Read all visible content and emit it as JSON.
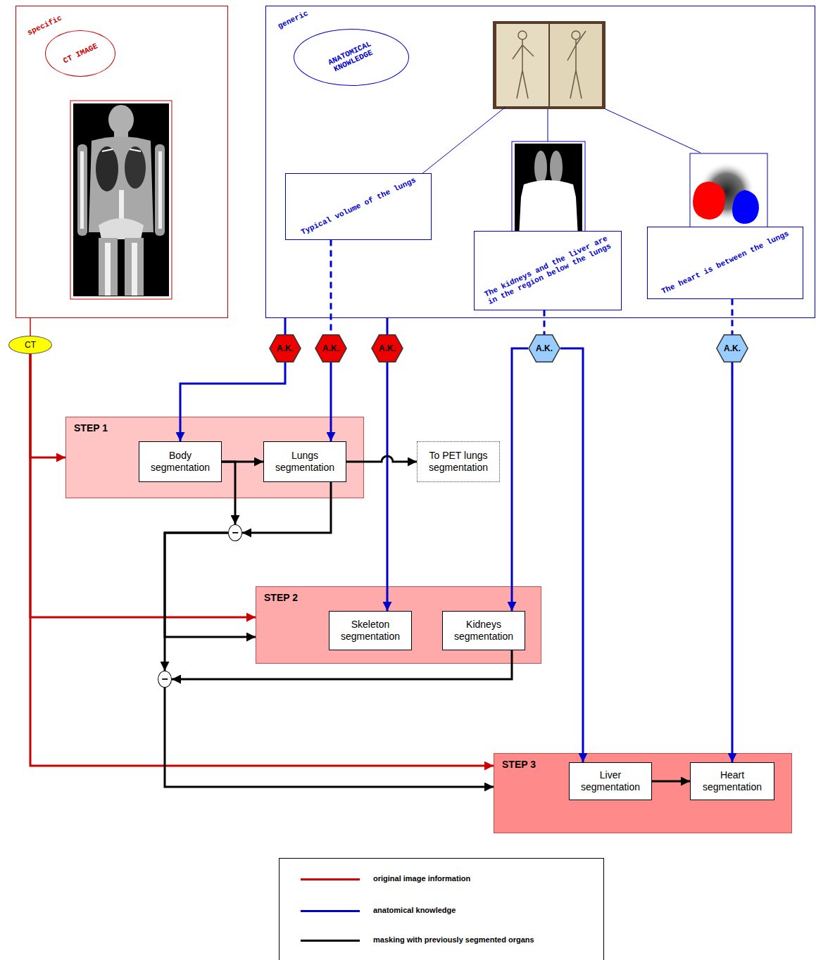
{
  "diagram": {
    "nodes": [
      {
        "text": [
          "specific"
        ]
      },
      {
        "text": [
          "CT IMAGE"
        ],
        "in": 0
      },
      {
        "text": [
          "generic"
        ]
      },
      {
        "text": [
          "ANATOMICAL KNOWLEDGE"
        ],
        "in": 2
      },
      {
        "text": [
          "Typical volume of the lungs"
        ],
        "in": 2
      },
      {
        "text": [
          "The kidneys and the liver are in the region below the lungs"
        ],
        "in": 2
      },
      {
        "text": [
          "The heart is between the lungs"
        ],
        "in": 2
      },
      {
        "text": [
          "CT"
        ]
      },
      {
        "text": [
          "A.K."
        ]
      },
      {
        "text": [
          "A.K."
        ]
      },
      {
        "text": [
          "A.K."
        ]
      },
      {
        "text": [
          "A.K."
        ]
      },
      {
        "text": [
          "A.K."
        ]
      },
      {
        "text": [
          "STEP 1"
        ]
      },
      {
        "text": [
          "Body segmentation"
        ],
        "in": 13
      },
      {
        "text": [
          "Lungs segmentation"
        ],
        "in": 13
      },
      {
        "text": [
          "To PET lungs segmentation"
        ]
      },
      {
        "text": [
          "−"
        ]
      },
      {
        "text": [
          "STEP 2"
        ]
      },
      {
        "text": [
          "Skeleton segmentation"
        ],
        "in": 18
      },
      {
        "text": [
          "Kidneys segmentation"
        ],
        "in": 18
      },
      {
        "text": [
          "−"
        ]
      },
      {
        "text": [
          "STEP 3"
        ]
      },
      {
        "text": [
          "Liver segmentation"
        ],
        "in": 22
      },
      {
        "text": [
          "Heart segmentation"
        ],
        "in": 22
      }
    ],
    "edges": [
      {
        "from": 0,
        "to": 7,
        "arrow": "none"
      },
      {
        "from": 7,
        "to": 13,
        "arrow": "to"
      },
      {
        "from": 7,
        "to": 18,
        "arrow": "to"
      },
      {
        "from": 7,
        "to": 22,
        "arrow": "to"
      },
      {
        "from": 2,
        "to": 8,
        "arrow": "none"
      },
      {
        "from": 4,
        "to": 9,
        "arrow": "none"
      },
      {
        "from": 2,
        "to": 10,
        "arrow": "none"
      },
      {
        "from": 5,
        "to": 11,
        "arrow": "none"
      },
      {
        "from": 6,
        "to": 12,
        "arrow": "none"
      },
      {
        "from": 8,
        "to": 14,
        "arrow": "to"
      },
      {
        "from": 9,
        "to": 15,
        "arrow": "to"
      },
      {
        "from": 10,
        "to": 19,
        "arrow": "to"
      },
      {
        "from": 11,
        "to": 20,
        "arrow": "to"
      },
      {
        "from": 11,
        "to": 23,
        "arrow": "to"
      },
      {
        "from": 12,
        "to": 24,
        "arrow": "to"
      },
      {
        "from": 14,
        "to": 15,
        "arrow": "to"
      },
      {
        "from": 15,
        "to": 16,
        "arrow": "to"
      },
      {
        "from": 14,
        "to": 17,
        "arrow": "to"
      },
      {
        "from": 15,
        "to": 17,
        "arrow": "to"
      },
      {
        "from": 17,
        "to": 18,
        "arrow": "to"
      },
      {
        "from": 17,
        "to": 21,
        "arrow": "to"
      },
      {
        "from": 20,
        "to": 21,
        "arrow": "to"
      },
      {
        "from": 21,
        "to": 22,
        "arrow": "to"
      },
      {
        "from": 23,
        "to": 24,
        "arrow": "to"
      }
    ],
    "legend": [
      {
        "text": "original image information",
        "color": "#cc0000"
      },
      {
        "text": "anatomical knowledge",
        "color": "#0000cc"
      },
      {
        "text": "masking with previously segmented organs",
        "color": "#000000"
      }
    ]
  }
}
